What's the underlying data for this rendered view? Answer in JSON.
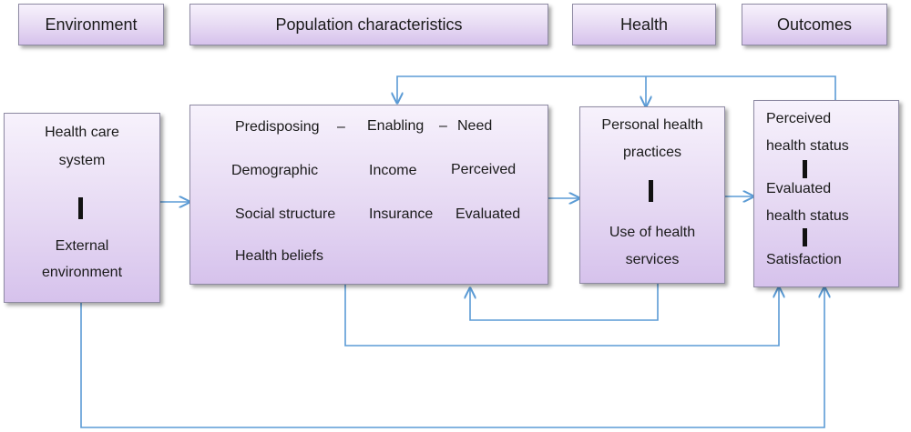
{
  "headers": {
    "environment": "Environment",
    "population": "Population characteristics",
    "health": "Health",
    "outcomes": "Outcomes"
  },
  "environment_box": {
    "line1": "Health care",
    "line2": "system",
    "line3": "External",
    "line4": "environment"
  },
  "population_box": {
    "col1_head": "Predisposing",
    "dash1": "–",
    "col2_head": "Enabling",
    "dash2": "–",
    "col3_head": "Need",
    "col1": [
      "Demographic",
      "Social structure",
      "Health beliefs"
    ],
    "col2": [
      "Income",
      "Insurance"
    ],
    "col3": [
      "Perceived",
      "Evaluated"
    ]
  },
  "health_box": {
    "line1": "Personal health",
    "line2": "practices",
    "line3": "Use of health",
    "line4": "services"
  },
  "outcomes_box": {
    "line1": "Perceived",
    "line2": "health status",
    "line3": "Evaluated",
    "line4": "health status",
    "line5": "Satisfaction"
  },
  "colors": {
    "arrow": "#5b9bd5",
    "box_border": "#8e8aa3",
    "box_fill": "#e6d9f3"
  }
}
